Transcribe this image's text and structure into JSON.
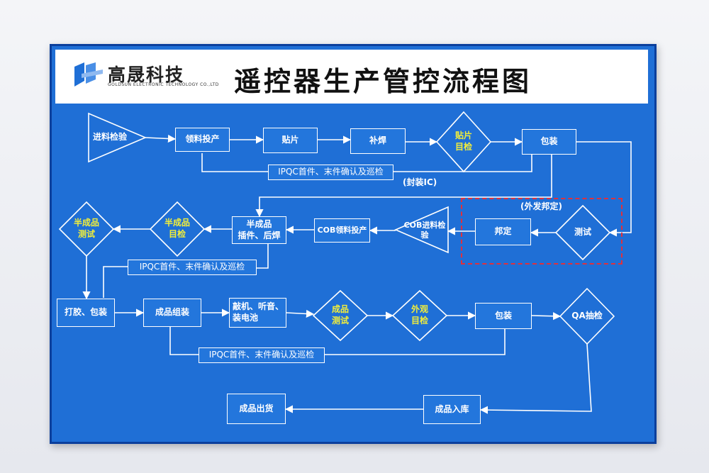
{
  "header": {
    "company_name": "高晟科技",
    "company_en": "GOLDSUN ELECTRONIC TECHNOLOGY CO.,LTD",
    "title": "遥控器生产管控流程图"
  },
  "nodes": {
    "incoming_inspection": "进料检验",
    "material_issue": "领料投产",
    "smt": "贴片",
    "rework_solder": "补焊",
    "smt_inspection_l1": "贴片",
    "smt_inspection_l2": "目检",
    "packaging_1": "包装",
    "ipqc_1": "IPQC首件、末件确认及巡检",
    "ic_packaging": "(封装IC)",
    "outsource_bonding": "(外发邦定)",
    "bonding": "邦定",
    "test_1": "测试",
    "cob_incoming": "COB进料检验",
    "cob_material": "COB领料投产",
    "semi_insert_l1": "半成品",
    "semi_insert_l2": "插件、后焊",
    "semi_inspect_l1": "半成品",
    "semi_inspect_l2": "目检",
    "semi_test_l1": "半成品",
    "semi_test_l2": "测试",
    "ipqc_2": "IPQC首件、末件确认及巡检",
    "glue_pack": "打胶、包装",
    "final_assembly": "成品组装",
    "press_l1": "敲机、听音、",
    "press_l2": "装电池",
    "final_test_l1": "成品",
    "final_test_l2": "测试",
    "visual_l1": "外观",
    "visual_l2": "目检",
    "packaging_2": "包装",
    "qa_sampling": "QA抽检",
    "ipqc_3": "IPQC首件、末件确认及巡检",
    "warehouse_in": "成品入库",
    "shipment": "成品出货"
  },
  "colors": {
    "board": "#1f6fd6",
    "line": "#ffffff",
    "highlight_text": "#f2ee3a",
    "outsource_border": "#e0303c"
  }
}
